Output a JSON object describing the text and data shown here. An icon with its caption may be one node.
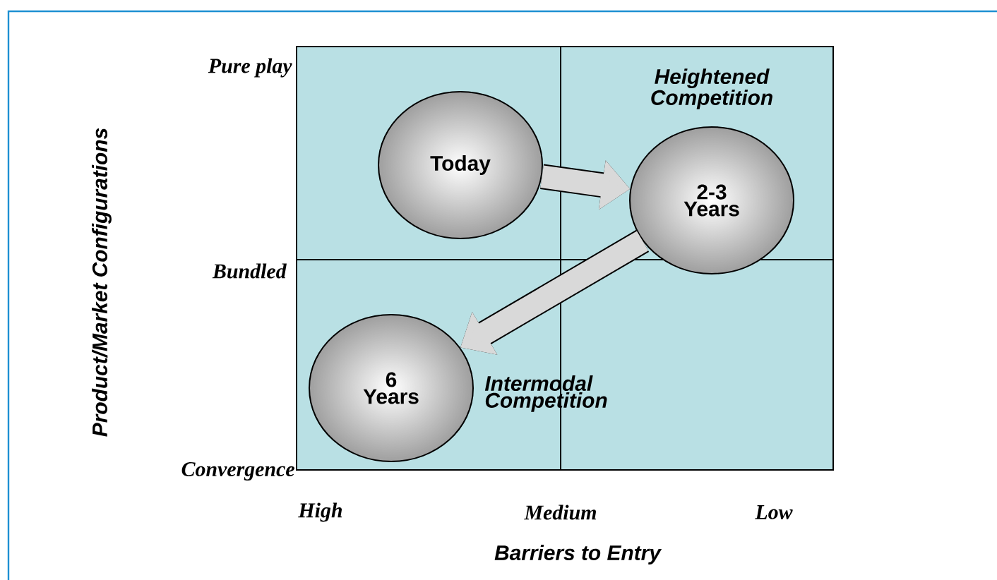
{
  "diagram": {
    "nodes": [
      {
        "text": [
          "Today"
        ]
      },
      {
        "text": [
          "2-3 Years"
        ]
      },
      {
        "text": [
          "6 Years"
        ]
      }
    ],
    "edges": [
      {
        "from": 0,
        "to": 1,
        "arrow": "to"
      },
      {
        "from": 1,
        "to": 2,
        "arrow": "to"
      }
    ],
    "labels": [
      "Product/Market Configurations",
      "Pure play",
      "Heightened Competition",
      "Bundled",
      "Intermodal Competition",
      "Convergence",
      "High",
      "Medium",
      "Low",
      "Barriers to Entry"
    ]
  }
}
